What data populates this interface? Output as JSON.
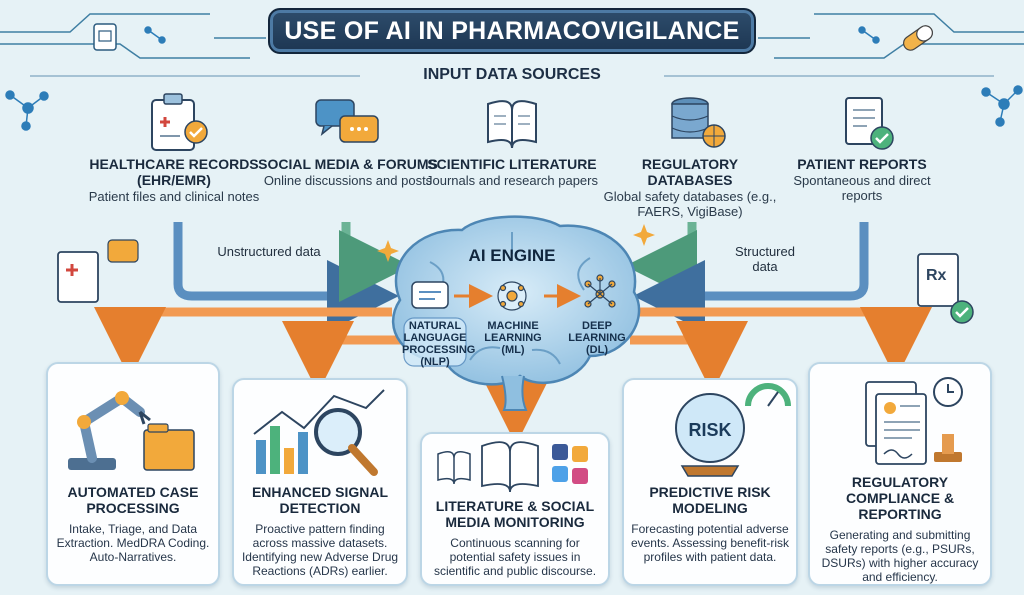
{
  "title": "USE OF AI IN PHARMACOVIGILANCE",
  "input_label": "INPUT DATA SOURCES",
  "sources": [
    {
      "title": "HEALTHCARE RECORDS (EHR/EMR)",
      "desc": "Patient files and clinical notes",
      "icon": "clipboard-check-icon"
    },
    {
      "title": "SOCIAL MEDIA & FORUMS",
      "desc": "Online discussions and posts",
      "icon": "chat-bubbles-icon"
    },
    {
      "title": "SCIENTIFIC LITERATURE",
      "desc": "Journals and research papers",
      "icon": "open-book-icon"
    },
    {
      "title": "REGULATORY DATABASES",
      "desc": "Global safety databases (e.g., FAERS, VigiBase)",
      "icon": "database-globe-icon"
    },
    {
      "title": "PATIENT REPORTS",
      "desc": "Spontaneous and direct reports",
      "icon": "report-check-icon"
    }
  ],
  "unstructured_label": "Unstructured data",
  "structured_label": "Structured data",
  "ai_engine": {
    "title": "AI ENGINE",
    "components": [
      "NATURAL LANGUAGE PROCESSING (NLP)",
      "MACHINE LEARNING (ML)",
      "DEEP LEARNING (DL)"
    ]
  },
  "outputs": [
    {
      "title": "AUTOMATED CASE PROCESSING",
      "desc": "Intake, Triage, and Data Extraction. MedDRA Coding. Auto-Narratives.",
      "icon": "robot-arm-folder-icon"
    },
    {
      "title": "ENHANCED SIGNAL DETECTION",
      "desc": "Proactive pattern finding across massive datasets. Identifying new Adverse Drug Reactions (ADRs) earlier.",
      "icon": "magnifier-chart-icon"
    },
    {
      "title": "LITERATURE & SOCIAL MEDIA MONITORING",
      "desc": "Continuous scanning for potential safety issues in scientific and public discourse.",
      "icon": "books-social-icon"
    },
    {
      "title": "PREDICTIVE RISK MODELING",
      "desc": "Forecasting potential adverse events. Assessing benefit-risk profiles with patient data.",
      "icon": "risk-crystal-ball-icon",
      "badge": "RISK"
    },
    {
      "title": "REGULATORY COMPLIANCE & REPORTING",
      "desc": "Generating and submitting safety reports (e.g., PSURs, DSURs) with higher accuracy and efficiency.",
      "icon": "documents-stamp-icon"
    }
  ],
  "colors": {
    "banner": "#1d3652",
    "arrow_blue": "#5b8fc0",
    "arrow_green": "#6bb395",
    "arrow_orange": "#f29a52",
    "brain": "#9fc9e6"
  }
}
